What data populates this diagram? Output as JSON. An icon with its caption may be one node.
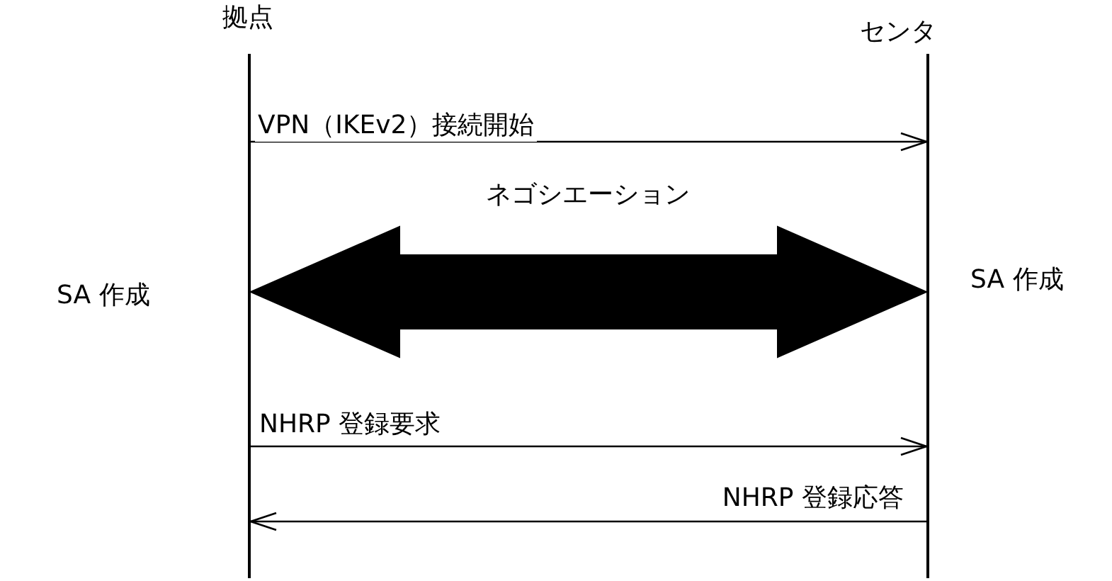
{
  "diagram": {
    "nodes": [
      {
        "text": [
          "拠点"
        ],
        "beside": [
          "SA 作成"
        ]
      },
      {
        "text": [
          "センタ"
        ],
        "beside": [
          "SA 作成"
        ]
      }
    ],
    "edges": [
      {
        "from": 0,
        "to": 1,
        "arrow": "to",
        "label": "VPN（IKEv2）接続開始"
      },
      {
        "from": 0,
        "to": 1,
        "arrow": "both",
        "label": "ネゴシエーション",
        "style": "thick"
      },
      {
        "from": 0,
        "to": 1,
        "arrow": "to",
        "label": "NHRP 登録要求"
      },
      {
        "from": 1,
        "to": 0,
        "arrow": "to",
        "label": "NHRP 登録応答"
      }
    ]
  }
}
